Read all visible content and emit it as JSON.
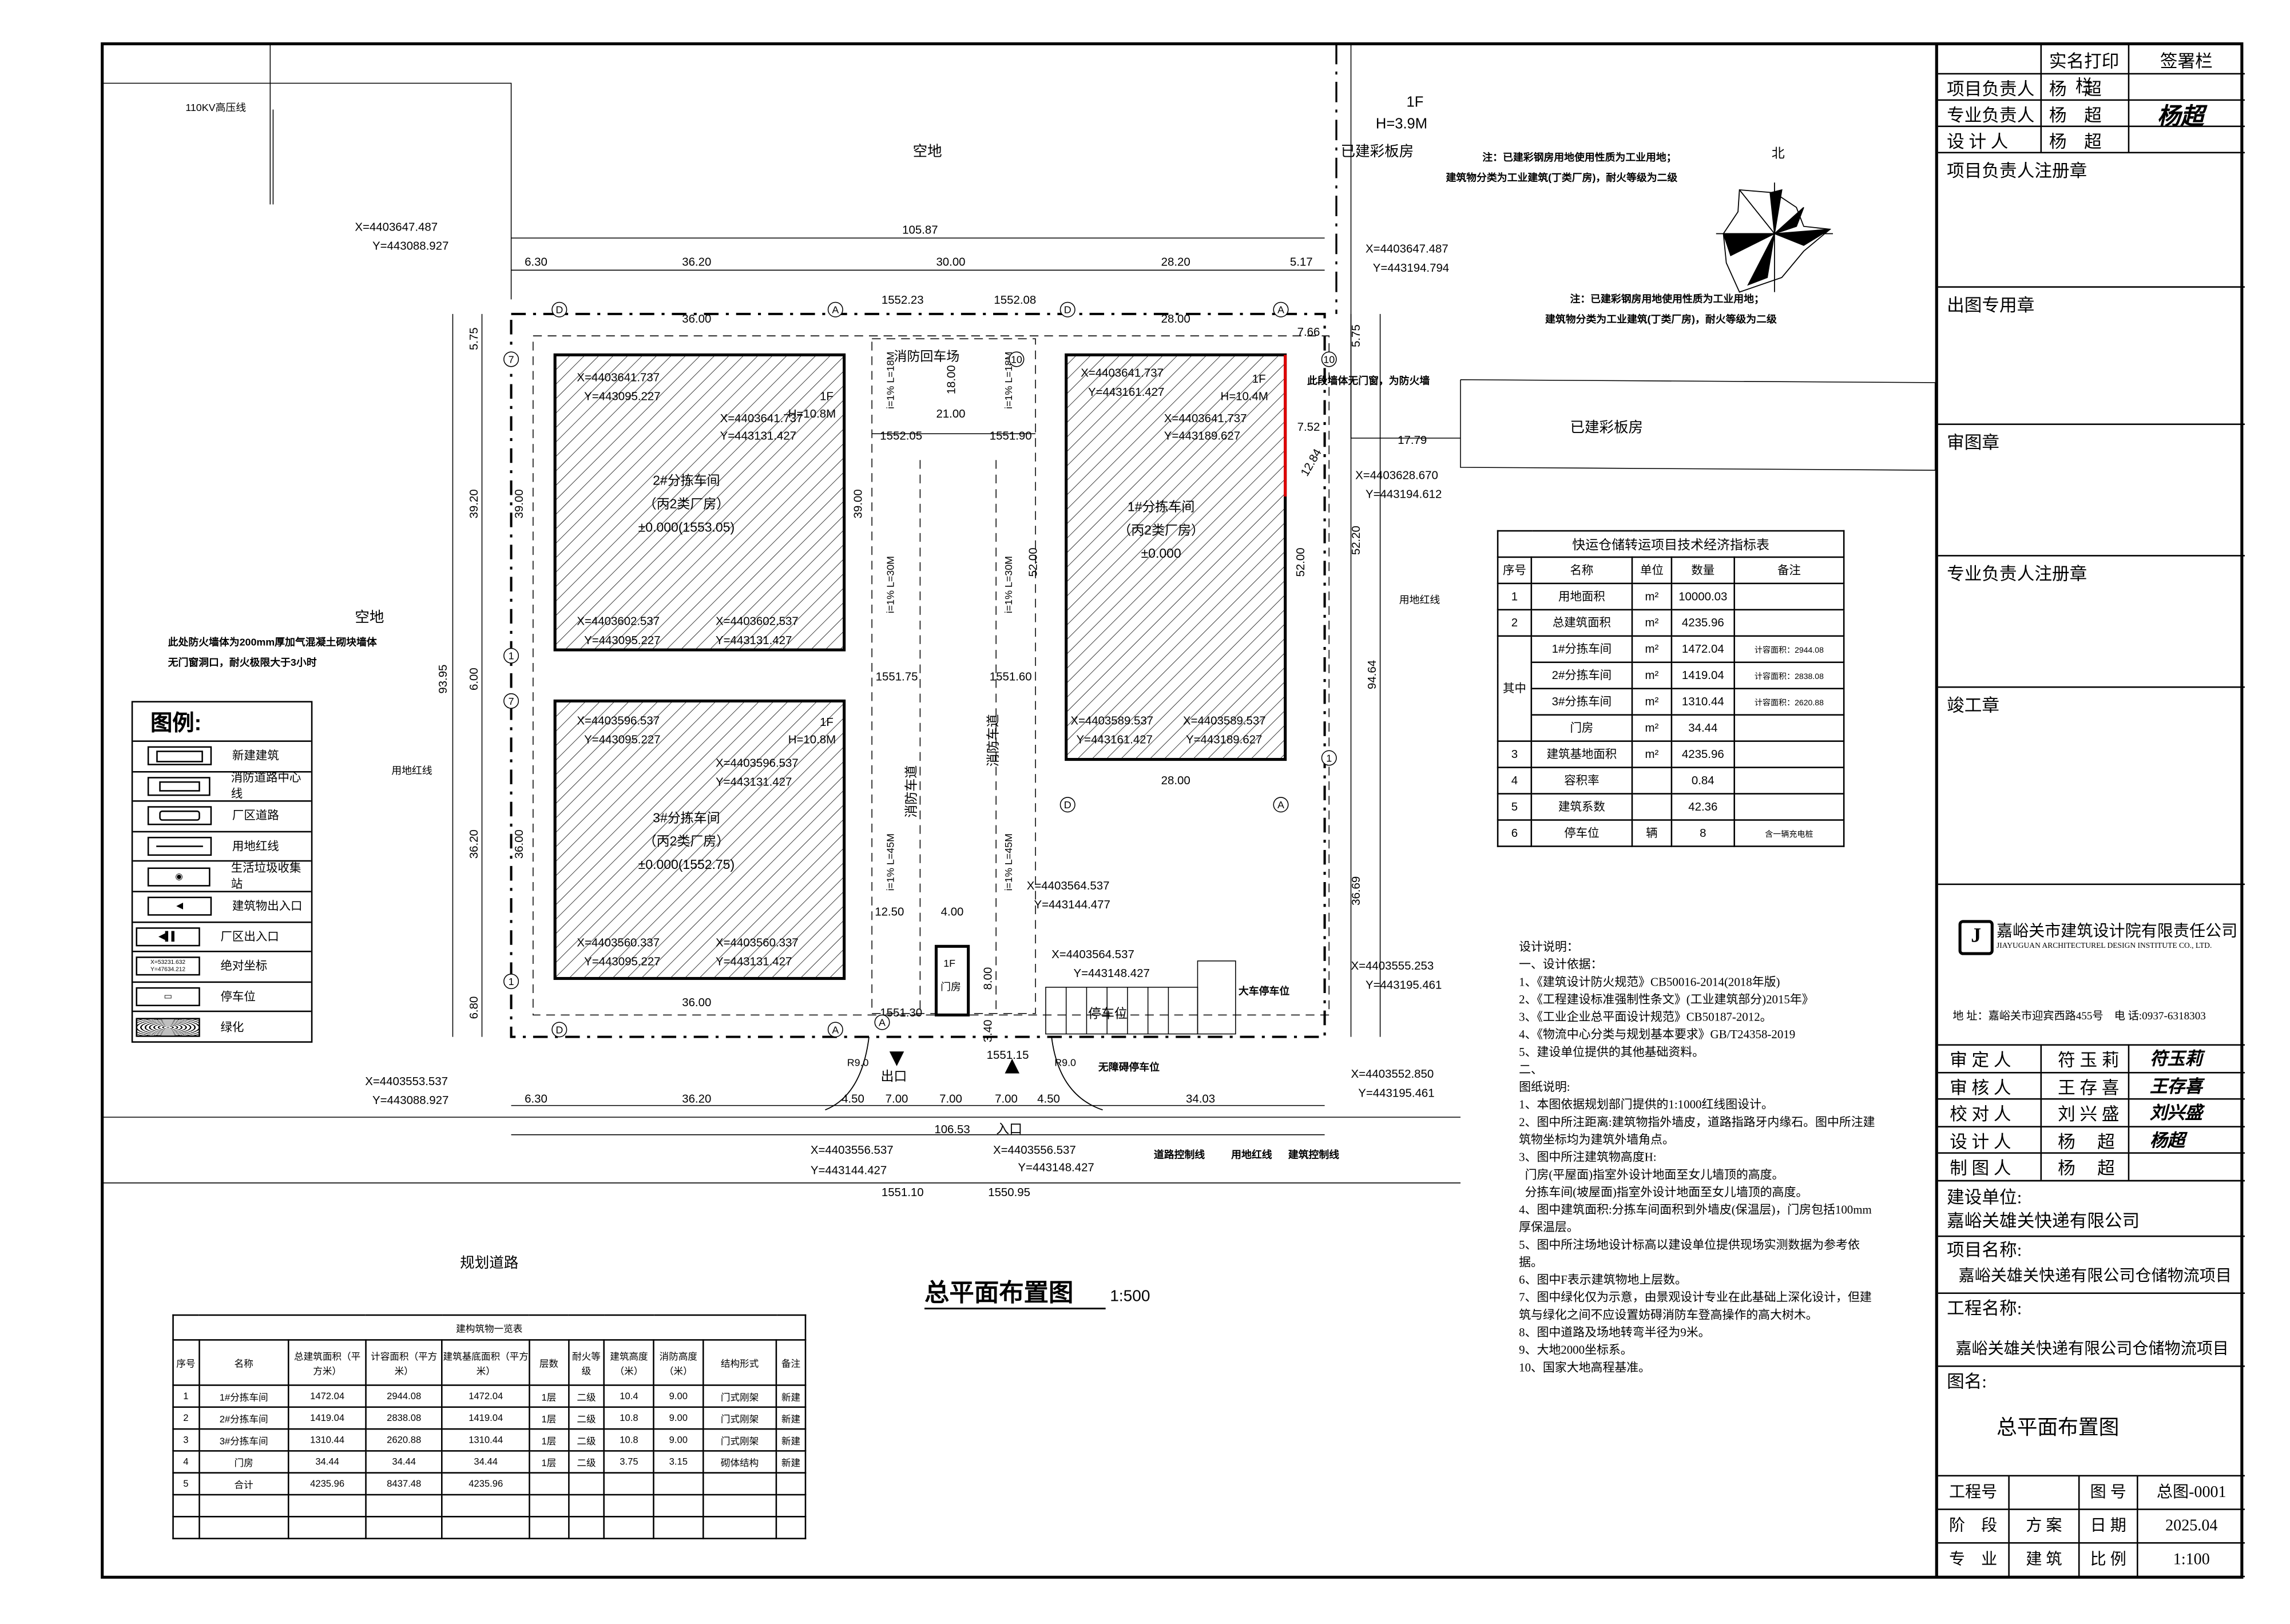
{
  "drawing": {
    "title": "总平面布置图",
    "scale": "1:500",
    "labels": {
      "empty_land_top": "空地",
      "empty_land_left": "空地",
      "hv_line": "110KV高压线",
      "planned_road": "规划道路",
      "existing_shed_1": "已建彩板房",
      "existing_shed_2": "已建彩板房",
      "shed_floors": "1F",
      "shed_height": "H=3.9M",
      "note1_a": "注：已建彩钢房用地使用性质为工业用地；",
      "note1_b": "建筑物分类为工业建筑(丁类厂房)，耐火等级为二级",
      "note2_a": "注：已建彩钢房用地使用性质为工业用地；",
      "note2_b": "建筑物分类为工业建筑(丁类厂房)，耐火等级为二级",
      "firewall_note": "此段墙体无门窗，为防火墙",
      "firewall_left_a": "此处防火墙体为200mm厚加气混凝土砌块墙体",
      "firewall_left_b": "无门窗洞口，耐火极限大于3小时",
      "red_line_right": "用地红线",
      "red_line_left": "用地红线",
      "turnaround": "消防回车场",
      "fire_lane_1": "消防车道",
      "fire_lane_2": "消防车道",
      "exit": "出口",
      "entrance": "入口",
      "parking": "停车位",
      "truck_parking": "大车停车位",
      "accessible_parking": "无障碍停车位",
      "road_control": "道路控制线",
      "red_line_bottom": "用地红线",
      "building_control": "建筑控制线",
      "north": "北",
      "gate_floors": "1F",
      "gate_name": "门房",
      "slope1": "i=1%  L=18M",
      "slope2": "i=1%  L=18M",
      "slope3": "i=1%  L=30M",
      "slope4": "i=1%  L=30M",
      "slope5": "i=1%  L=45M",
      "slope6": "i=1%  L=45M",
      "radius1": "R9.0",
      "radius2": "R9.0"
    },
    "buildings": [
      {
        "name": "1#分拣车间",
        "class": "（丙2类厂房）",
        "elev": "±0.000",
        "floors": "1F",
        "height": "H=10.4M"
      },
      {
        "name": "2#分拣车间",
        "class": "（丙2类厂房）",
        "elev": "±0.000(1553.05)",
        "floors": "1F",
        "height": "H=10.8M"
      },
      {
        "name": "3#分拣车间",
        "class": "（丙2类厂房）",
        "elev": "±0.000(1552.75)",
        "floors": "1F",
        "height": "H=10.8M"
      }
    ],
    "dims": {
      "top_total": "105.87",
      "top": [
        "6.30",
        "36.20",
        "30.00",
        "28.20",
        "5.17"
      ],
      "b2_top": "36.00",
      "b1_top": "28.00",
      "b1_bottom": "28.00",
      "b3_bottom": "36.00",
      "left_total": "93.95",
      "left": [
        "5.75",
        "39.20",
        "6.00",
        "36.20",
        "6.80"
      ],
      "right_total": "94.64",
      "right": [
        "5.75",
        "52.20",
        "36.69"
      ],
      "b2_h": "39.00",
      "b2_h2": "39.00",
      "b3_h": "36.00",
      "b1_h": "52.00",
      "b1_h2": "52.00",
      "turn_w": "21.00",
      "turn_h": "18.00",
      "d766": "7.66",
      "d752": "7.52",
      "d1779": "17.79",
      "d1284": "12.84",
      "d1250": "12.50",
      "d400": "4.00",
      "d800": "8.00",
      "d340": "3.40",
      "bottom": [
        "6.30",
        "36.20",
        "4.50",
        "7.00",
        "7.00",
        "7.00",
        "4.50",
        "34.03"
      ],
      "bottom_total": "106.53"
    },
    "elevations": [
      "1552.23",
      "1552.08",
      "1552.05",
      "1551.90",
      "1551.75",
      "1551.60",
      "1551.30",
      "1551.15",
      "1551.10",
      "1550.95"
    ],
    "axes": [
      "D",
      "A",
      "D",
      "A",
      "7",
      "10",
      "10",
      "1",
      "7",
      "1",
      "1",
      "A",
      "D",
      "A",
      "D",
      "A"
    ],
    "coords": [
      {
        "x": "X=4403647.487",
        "y": "Y=443088.927"
      },
      {
        "x": "X=4403647.487",
        "y": "Y=443194.794"
      },
      {
        "x": "X=4403641.737",
        "y": "Y=443095.227"
      },
      {
        "x": "X=4403641.737",
        "y": "Y=443131.427"
      },
      {
        "x": "X=4403602.537",
        "y": "Y=443095.227"
      },
      {
        "x": "X=4403602.537",
        "y": "Y=443131.427"
      },
      {
        "x": "X=4403641.737",
        "y": "Y=443161.427"
      },
      {
        "x": "X=4403641.737",
        "y": "Y=443189.627"
      },
      {
        "x": "X=4403628.670",
        "y": "Y=443194.612"
      },
      {
        "x": "X=4403589.537",
        "y": "Y=443161.427"
      },
      {
        "x": "X=4403589.537",
        "y": "Y=443189.627"
      },
      {
        "x": "X=4403596.537",
        "y": "Y=443095.227"
      },
      {
        "x": "X=4403596.537",
        "y": "Y=443131.427"
      },
      {
        "x": "X=4403560.337",
        "y": "Y=443095.227"
      },
      {
        "x": "X=4403560.337",
        "y": "Y=443131.427"
      },
      {
        "x": "X=4403564.537",
        "y": "Y=443144.477"
      },
      {
        "x": "X=4403564.537",
        "y": "Y=443148.427"
      },
      {
        "x": "X=4403555.253",
        "y": "Y=443195.461"
      },
      {
        "x": "X=4403552.850",
        "y": "Y=443195.461"
      },
      {
        "x": "X=4403553.537",
        "y": "Y=443088.927"
      },
      {
        "x": "X=4403556.537",
        "y": "Y=443144.427"
      },
      {
        "x": "X=4403556.537",
        "y": "Y=443148.427"
      }
    ]
  },
  "legend": {
    "title": "图例:",
    "items": [
      "新建建筑",
      "消防道路中心线",
      "厂区道路",
      "用地红线",
      "生活垃圾收集站",
      "建筑物出入口",
      "厂区出入口",
      "绝对坐标",
      "停车位",
      "绿化"
    ],
    "coord_sample_x": "X=53231.632",
    "coord_sample_y": "Y=47634.212"
  },
  "tech_table": {
    "title": "快运仓储转运项目技术经济指标表",
    "headers": [
      "序号",
      "名称",
      "单位",
      "数量",
      "备注"
    ],
    "group_label": "其中",
    "rows": [
      {
        "no": "1",
        "name": "用地面积",
        "unit": "m²",
        "qty": "10000.03",
        "note": ""
      },
      {
        "no": "2",
        "name": "总建筑面积",
        "unit": "m²",
        "qty": "4235.96",
        "note": ""
      },
      {
        "no": "",
        "name": "1#分拣车间",
        "unit": "m²",
        "qty": "1472.04",
        "note": "计容面积：2944.08"
      },
      {
        "no": "",
        "name": "2#分拣车间",
        "unit": "m²",
        "qty": "1419.04",
        "note": "计容面积：2838.08"
      },
      {
        "no": "",
        "name": "3#分拣车间",
        "unit": "m²",
        "qty": "1310.44",
        "note": "计容面积：2620.88"
      },
      {
        "no": "",
        "name": "门房",
        "unit": "m²",
        "qty": "34.44",
        "note": ""
      },
      {
        "no": "3",
        "name": "建筑基地面积",
        "unit": "m²",
        "qty": "4235.96",
        "note": ""
      },
      {
        "no": "4",
        "name": "容积率",
        "unit": "",
        "qty": "0.84",
        "note": ""
      },
      {
        "no": "5",
        "name": "建筑系数",
        "unit": "",
        "qty": "42.36",
        "note": ""
      },
      {
        "no": "6",
        "name": "停车位",
        "unit": "辆",
        "qty": "8",
        "note": "含一辆充电桩"
      }
    ]
  },
  "building_table": {
    "title": "建构筑物一览表",
    "headers": [
      "序号",
      "名称",
      "总建筑面积（平方米）",
      "计容面积（平方米）",
      "建筑基底面积（平方米）",
      "层数",
      "耐火等级",
      "建筑高度（米）",
      "消防高度（米）",
      "结构形式",
      "备注"
    ],
    "rows": [
      [
        "1",
        "1#分拣车间",
        "1472.04",
        "2944.08",
        "1472.04",
        "1层",
        "二级",
        "10.4",
        "9.00",
        "门式刚架",
        "新建"
      ],
      [
        "2",
        "2#分拣车间",
        "1419.04",
        "2838.08",
        "1419.04",
        "1层",
        "二级",
        "10.8",
        "9.00",
        "门式刚架",
        "新建"
      ],
      [
        "3",
        "3#分拣车间",
        "1310.44",
        "2620.88",
        "1310.44",
        "1层",
        "二级",
        "10.8",
        "9.00",
        "门式刚架",
        "新建"
      ],
      [
        "4",
        "门房",
        "34.44",
        "34.44",
        "34.44",
        "1层",
        "二级",
        "3.75",
        "3.15",
        "砌体结构",
        "新建"
      ],
      [
        "5",
        "合计",
        "4235.96",
        "8437.48",
        "4235.96",
        "",
        "",
        "",
        "",
        "",
        ""
      ]
    ]
  },
  "design_notes": [
    "设计说明：",
    "一、设计依据：",
    "1、《建筑设计防火规范》CB50016-2014(2018年版)",
    "2、《工程建设标准强制性条文》(工业建筑部分)2015年》",
    "3、《工业企业总平面设计规范》CB50187-2012。",
    "4、《物流中心分类与规划基本要求》GB/T24358-2019",
    "5、建设单位提供的其他基础资料。",
    "二、",
    "图纸说明:",
    "1、本图依据规划部门提供的1:1000红线图设计。",
    "2、图中所注距离:建筑物指外墙皮，道路指路牙内缘石。图中所注建筑物坐标均为建筑外墙角点。",
    "3、图中所注建筑物高度H:",
    "  门房(平屋面)指室外设计地面至女儿墙顶的高度。",
    "  分拣车间(坡屋面)指室外设计地面至女儿墙顶的高度。",
    "4、图中建筑面积:分拣车间面积到外墙皮(保温层)，门房包括100mm厚保温层。",
    "5、图中所注场地设计标高以建设单位提供现场实测数据为参考依据。",
    "6、图中F表示建筑物地上层数。",
    "7、图中绿化仅为示意，由景观设计专业在此基础上深化设计，但建筑与绿化之间不应设置妨碍消防车登高操作的高大树木。",
    "8、图中道路及场地转弯半径为9米。",
    "9、大地2000坐标系。",
    "10、国家大地高程基准。"
  ],
  "title_block": {
    "head": [
      "实名打印栏",
      "签署栏"
    ],
    "top_rows": [
      {
        "role": "项目负责人",
        "name": "杨　超"
      },
      {
        "role": "专业负责人",
        "name": "杨　超"
      },
      {
        "role": "设 计 人",
        "name": "杨　超"
      }
    ],
    "signature_main": "杨超",
    "stamps": [
      "项目负责人注册章",
      "出图专用章",
      "审图章",
      "专业负责人注册章",
      "竣工章"
    ],
    "company_cn": "嘉峪关市建筑设计院有限责任公司",
    "company_en": "JIAYUGUAN ARCHITECTUREL DESIGN INSTITUTE CO., LTD.",
    "address": "地 址：嘉峪关市迎宾西路455号　电 话:0937-6318303",
    "sign_rows": [
      {
        "role": "审 定 人",
        "name": "符 玉 莉",
        "sig": "符玉莉"
      },
      {
        "role": "审 核 人",
        "name": "王 存 喜",
        "sig": "王存喜"
      },
      {
        "role": "校 对 人",
        "name": "刘 兴 盛",
        "sig": "刘兴盛"
      },
      {
        "role": "设 计 人",
        "name": "杨　 超",
        "sig": "杨超"
      },
      {
        "role": "制 图 人",
        "name": "杨　 超",
        "sig": ""
      }
    ],
    "client_label": "建设单位:",
    "client": "嘉峪关雄关快递有限公司",
    "project_label": "项目名称:",
    "project": "嘉峪关雄关快递有限公司仓储物流项目",
    "works_label": "工程名称:",
    "works": "嘉峪关雄关快递有限公司仓储物流项目",
    "drawing_label": "图名:",
    "drawing_name": "总平面布置图",
    "bottom": [
      [
        "工程号",
        "",
        "图 号",
        "总图-0001"
      ],
      [
        "阶　段",
        "方 案",
        "日 期",
        "2025.04"
      ],
      [
        "专　业",
        "建 筑",
        "比 例",
        "1:100"
      ]
    ]
  }
}
